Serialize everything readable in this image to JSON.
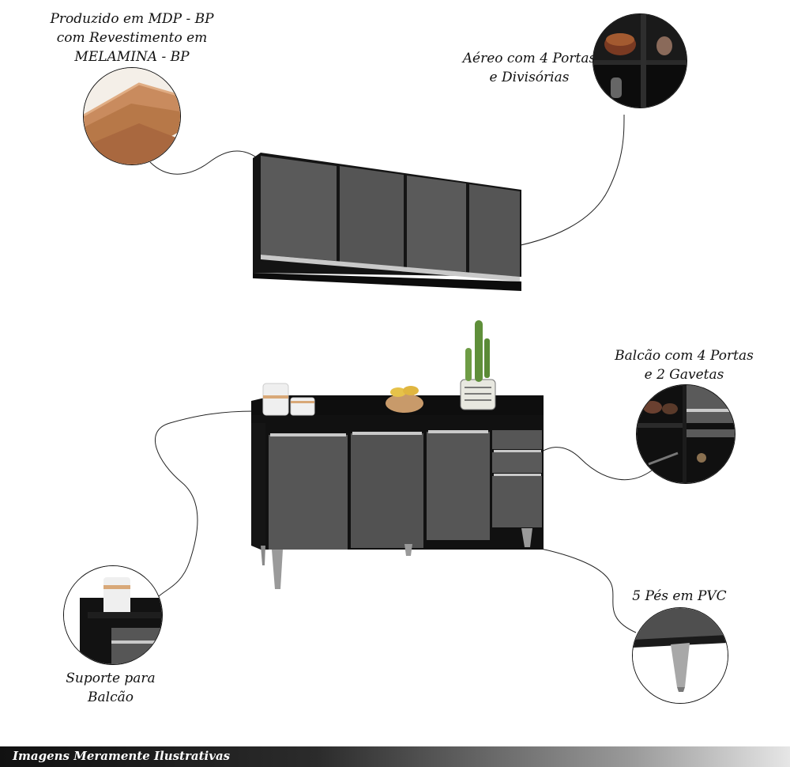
{
  "captions": {
    "material": [
      "Produzido em MDP - BP",
      "com Revestimento em",
      "MELAMINA - BP"
    ],
    "aereo": [
      "Aéreo com 4 Portas",
      "e Divisórias"
    ],
    "balcao": [
      "Balcão com 4 Portas",
      "e 2 Gavetas"
    ],
    "pes": "5 Pés em PVC",
    "suporte": [
      "Suporte para",
      "Balcão"
    ]
  },
  "footer": "Imagens Meramente Ilustrativas",
  "colors": {
    "cabinet_door": "#565656",
    "cabinet_body": "#141414",
    "handle": "#c9c9c9",
    "mdp": "#c98b5e"
  }
}
